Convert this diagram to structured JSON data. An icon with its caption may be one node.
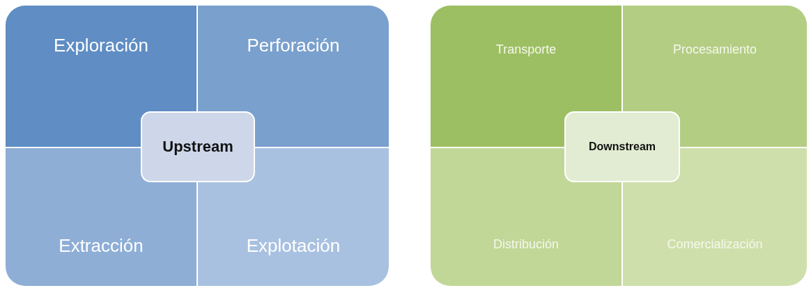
{
  "diagram": {
    "nodes": [
      {
        "text": [
          "Exploración"
        ]
      },
      {
        "text": [
          "Perforación"
        ]
      },
      {
        "text": [
          "Extracción"
        ]
      },
      {
        "text": [
          "Explotación"
        ]
      },
      {
        "text": [
          "Upstream"
        ]
      },
      {
        "text": [
          "Transporte"
        ]
      },
      {
        "text": [
          "Procesamiento"
        ]
      },
      {
        "text": [
          "Distribución"
        ]
      },
      {
        "text": [
          "Comercialización"
        ]
      },
      {
        "text": [
          "Downstream"
        ]
      }
    ],
    "edges": []
  }
}
